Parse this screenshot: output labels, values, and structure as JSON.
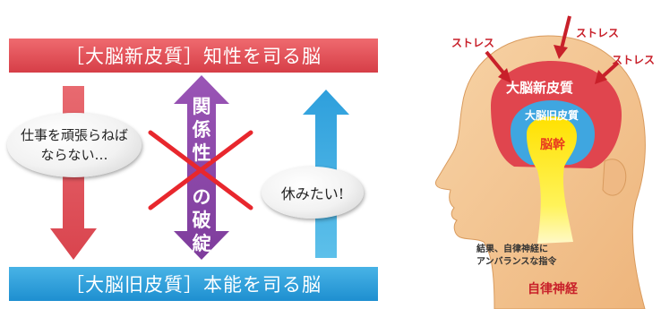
{
  "left_panel": {
    "top_banner": "［大脳新皮質］知性を司る脳",
    "bottom_banner": "［大脳旧皮質］本能を司る脳",
    "bubble_work_line1": "仕事を頑張らねば",
    "bubble_work_line2": "ならない…",
    "bubble_rest": "休みたい!",
    "relation_top": "関係性",
    "relation_bottom": "の破綻"
  },
  "brain_panel": {
    "stress_1": "ストレス",
    "stress_2": "ストレス",
    "stress_3": "ストレス",
    "neocortex": "大脳新皮質",
    "old_cortex": "大脳旧皮質",
    "brainstem": "脳幹",
    "result_line1": "結果、自律神経に",
    "result_line2": "アンバランスな指令",
    "autonomic": "自律神経"
  },
  "colors": {
    "red": "#e0454e",
    "blue": "#2a9ad8",
    "purple": "#8c4aa8",
    "skin": "#f3c48f",
    "cross": "#e8272d"
  }
}
